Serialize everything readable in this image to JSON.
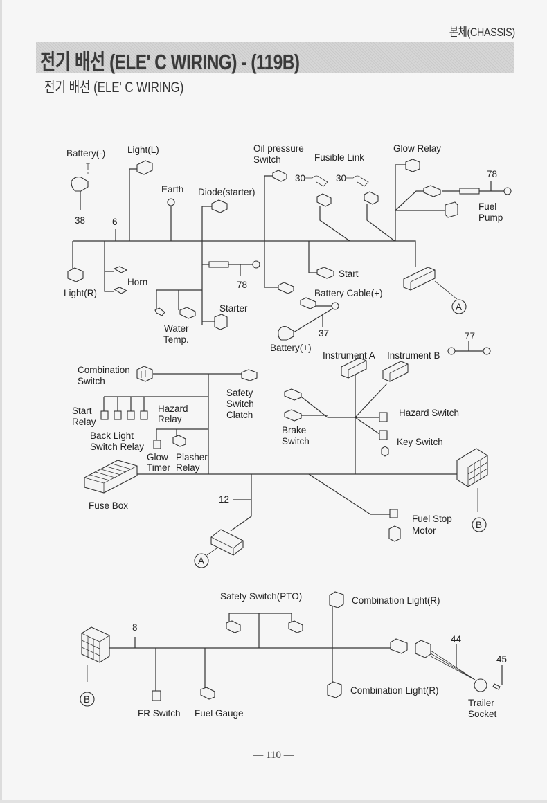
{
  "header": {
    "section": "본체(CHASSIS)",
    "title": "전기 배선 (ELE' C  WIRING) - (119B)",
    "subtitle": "전기 배선 (ELE' C  WIRING)"
  },
  "diagram_1": {
    "labels": {
      "battery_neg": "Battery(-)",
      "light_l": "Light(L)",
      "earth": "Earth",
      "diode_starter": "Diode(starter)",
      "oil_pressure_1": "Oil pressure",
      "oil_pressure_2": "Switch",
      "fusible_link": "Fusible Link",
      "glow_relay": "Glow Relay",
      "fuel_pump_1": "Fuel",
      "fuel_pump_2": "Pump",
      "light_r": "Light(R)",
      "horn": "Horn",
      "water_temp_1": "Water",
      "water_temp_2": "Temp.",
      "starter": "Starter",
      "start": "Start",
      "battery_cable_pos": "Battery Cable(+)",
      "battery_pos": "Battery(+)"
    },
    "part_numbers": {
      "battery_neg": "38",
      "harness": "6",
      "fusible_1": "30",
      "fusible_2": "30",
      "fuel_pump_ground": "78",
      "starter_ground": "78",
      "battery_cable": "37"
    },
    "connector_ref": "A"
  },
  "diagram_2": {
    "labels": {
      "instrument_a": "Instrument A",
      "instrument_b": "Instrument B",
      "combination_switch_1": "Combination",
      "combination_switch_2": "Switch",
      "start_relay_1": "Start",
      "start_relay_2": "Relay",
      "hazard_relay_1": "Hazard",
      "hazard_relay_2": "Relay",
      "back_light_1": "Back Light",
      "back_light_2": "Switch Relay",
      "glow_timer_1": "Glow",
      "glow_timer_2": "Timer",
      "plasher_relay_1": "Plasher",
      "plasher_relay_2": "Relay",
      "safety_clatch_1": "Safety",
      "safety_clatch_2": "Switch",
      "safety_clatch_3": "Clatch",
      "brake_switch_1": "Brake",
      "brake_switch_2": "Switch",
      "hazard_switch": "Hazard Switch",
      "key_switch": "Key Switch",
      "fuse_box": "Fuse Box",
      "fuel_stop_1": "Fuel Stop",
      "fuel_stop_2": "Motor"
    },
    "part_numbers": {
      "jumper": "77",
      "harness": "12"
    },
    "connector_refs": {
      "a": "A",
      "b": "B"
    }
  },
  "diagram_3": {
    "labels": {
      "safety_switch_pto": "Safety Switch(PTO)",
      "combination_light_top": "Combination Light(R)",
      "combination_light_bottom": "Combination Light(R)",
      "fr_switch": "FR Switch",
      "fuel_gauge": "Fuel Gauge",
      "trailer_socket_1": "Trailer",
      "trailer_socket_2": "Socket"
    },
    "part_numbers": {
      "harness": "8",
      "trailer_cable": "44",
      "bolt": "45"
    },
    "connector_ref": "B"
  },
  "footer": {
    "page_number": "— 110 —"
  }
}
